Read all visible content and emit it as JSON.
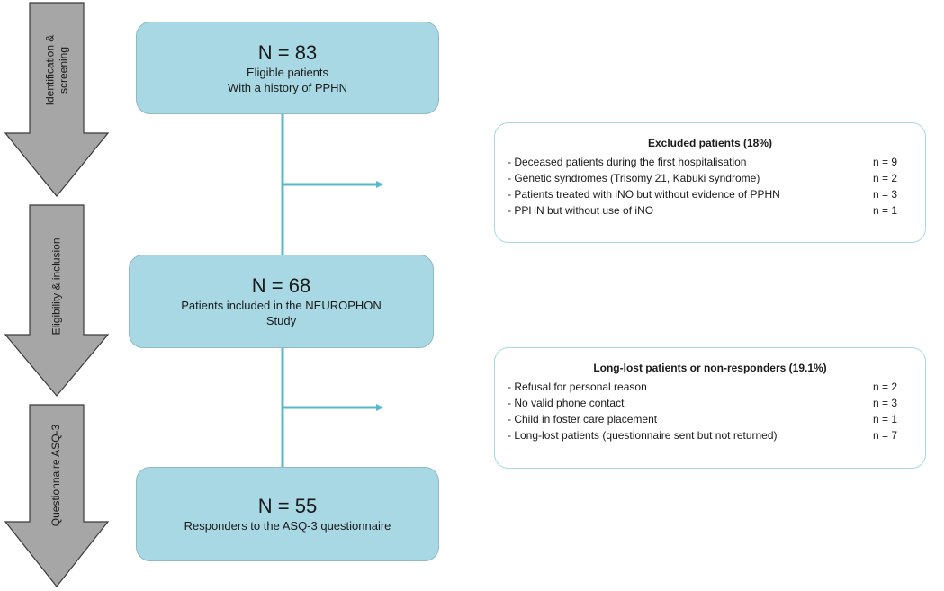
{
  "stages": [
    {
      "label": "Identification &\nscreening"
    },
    {
      "label": "Eligibility & inclusion"
    },
    {
      "label": "Questionnaire ASQ-3"
    }
  ],
  "boxes": [
    {
      "n": "N = 83",
      "lines": [
        "Eligible patients",
        "With a history of PPHN"
      ]
    },
    {
      "n": "N = 68",
      "lines": [
        "Patients included in the NEUROPHON",
        "Study"
      ]
    },
    {
      "n": "N = 55",
      "lines": [
        "Responders to the ASQ-3 questionnaire"
      ]
    }
  ],
  "excluded": {
    "title": "Excluded patients (18%)",
    "items": [
      {
        "text": "- Deceased patients during the first hospitalisation",
        "count": "n = 9"
      },
      {
        "text": "- Genetic syndromes (Trisomy 21, Kabuki syndrome)",
        "count": "n = 2"
      },
      {
        "text": "- Patients treated with iNO but without evidence of PPHN",
        "count": "n = 3"
      },
      {
        "text": "- PPHN but without use of iNO",
        "count": "n = 1"
      }
    ]
  },
  "lost": {
    "title": "Long-lost patients or non-responders (19.1%)",
    "items": [
      {
        "text": "- Refusal for personal reason",
        "count": "n = 2"
      },
      {
        "text": "- No valid phone contact",
        "count": "n = 3"
      },
      {
        "text": "- Child in foster care placement",
        "count": "n = 1"
      },
      {
        "text": "- Long-lost patients (questionnaire sent but not returned)",
        "count": "n = 7"
      }
    ]
  },
  "colors": {
    "box_fill": "#a7d8e3",
    "box_border": "#8fb9c4",
    "connector": "#5bb8c8",
    "stage_arrow": "#a6a6a6"
  }
}
